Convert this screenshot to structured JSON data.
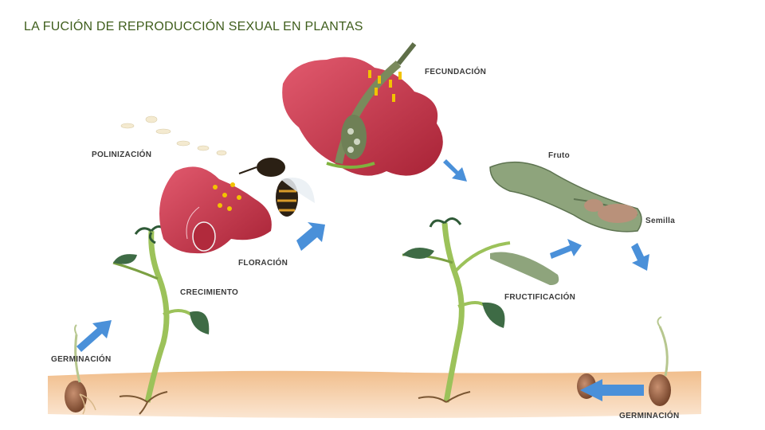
{
  "title": "LA FUCIÓN DE REPRODUCCIÓN SEXUAL EN PLANTAS",
  "labels": {
    "polinizacion": "POLINIZACIÓN",
    "fecundacion": "FECUNDACIÓN",
    "fruto": "Fruto",
    "semilla": "Semilla",
    "floracion": "FLORACIÓN",
    "crecimiento": "CRECIMIENTO",
    "fructificacion": "FRUCTIFICACIÓN",
    "germinacion_left": "GERMINACIÓN",
    "germinacion_right": "GERMINACIÓN"
  },
  "colors": {
    "title": "#3f5e1c",
    "arrow": "#4a90d9",
    "petal": "#c8384a",
    "stem": "#9cc25a",
    "soil": "#f3c9a0",
    "leaf": "#3e6b45",
    "pod": "#8ea47c",
    "seed": "#8b5a3c"
  }
}
